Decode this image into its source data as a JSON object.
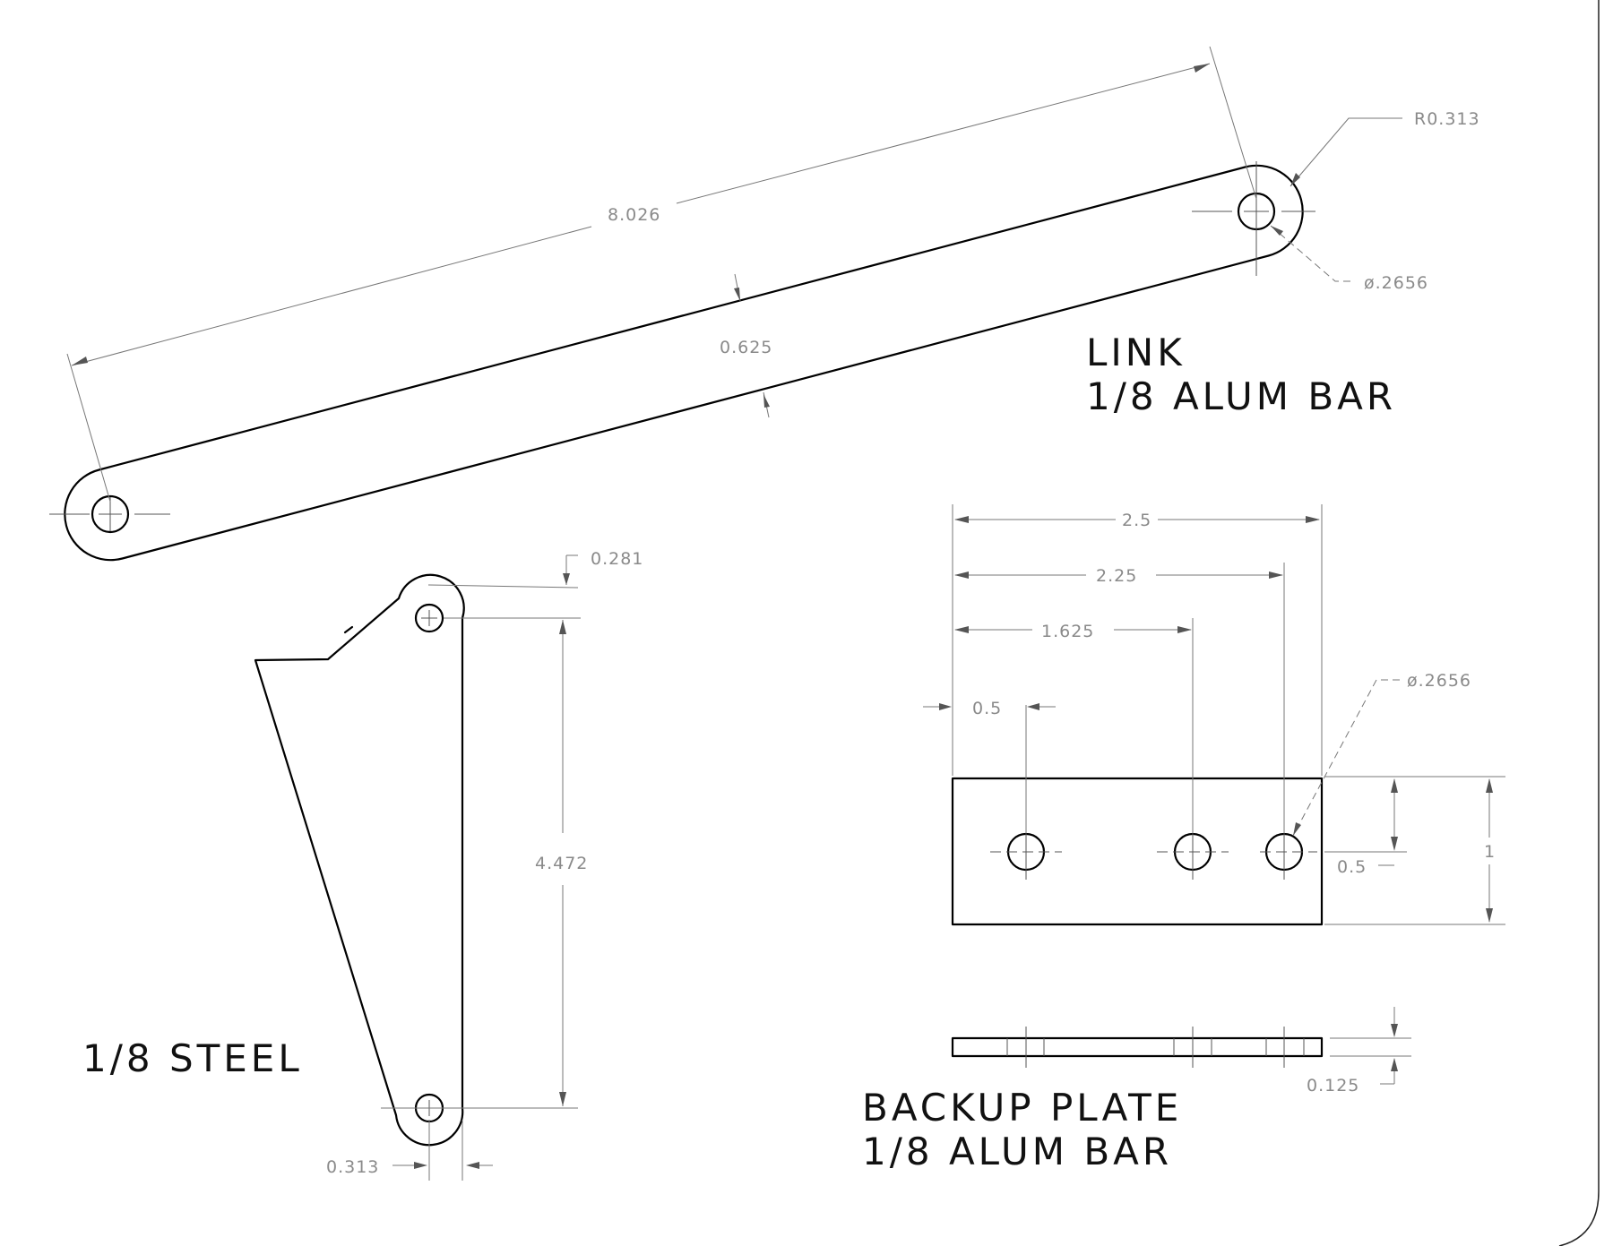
{
  "link": {
    "title": "LINK",
    "material": "1/8 ALUM BAR",
    "dims": {
      "length": "8.026",
      "width": "0.625",
      "radius": "R0.313",
      "hole": "ø.2656"
    }
  },
  "bracket": {
    "material": "1/8 STEEL",
    "dims": {
      "top_offset": "0.281",
      "center_distance": "4.472",
      "radius": "0.313"
    }
  },
  "backup_plate": {
    "title": "BACKUP PLATE",
    "material": "1/8 ALUM BAR",
    "dims": {
      "overall_width": "2.5",
      "hole3": "2.25",
      "hole2": "1.625",
      "hole1": "0.5",
      "hole": "ø.2656",
      "hole_height": "0.5",
      "height": "1",
      "thickness": "0.125"
    }
  }
}
